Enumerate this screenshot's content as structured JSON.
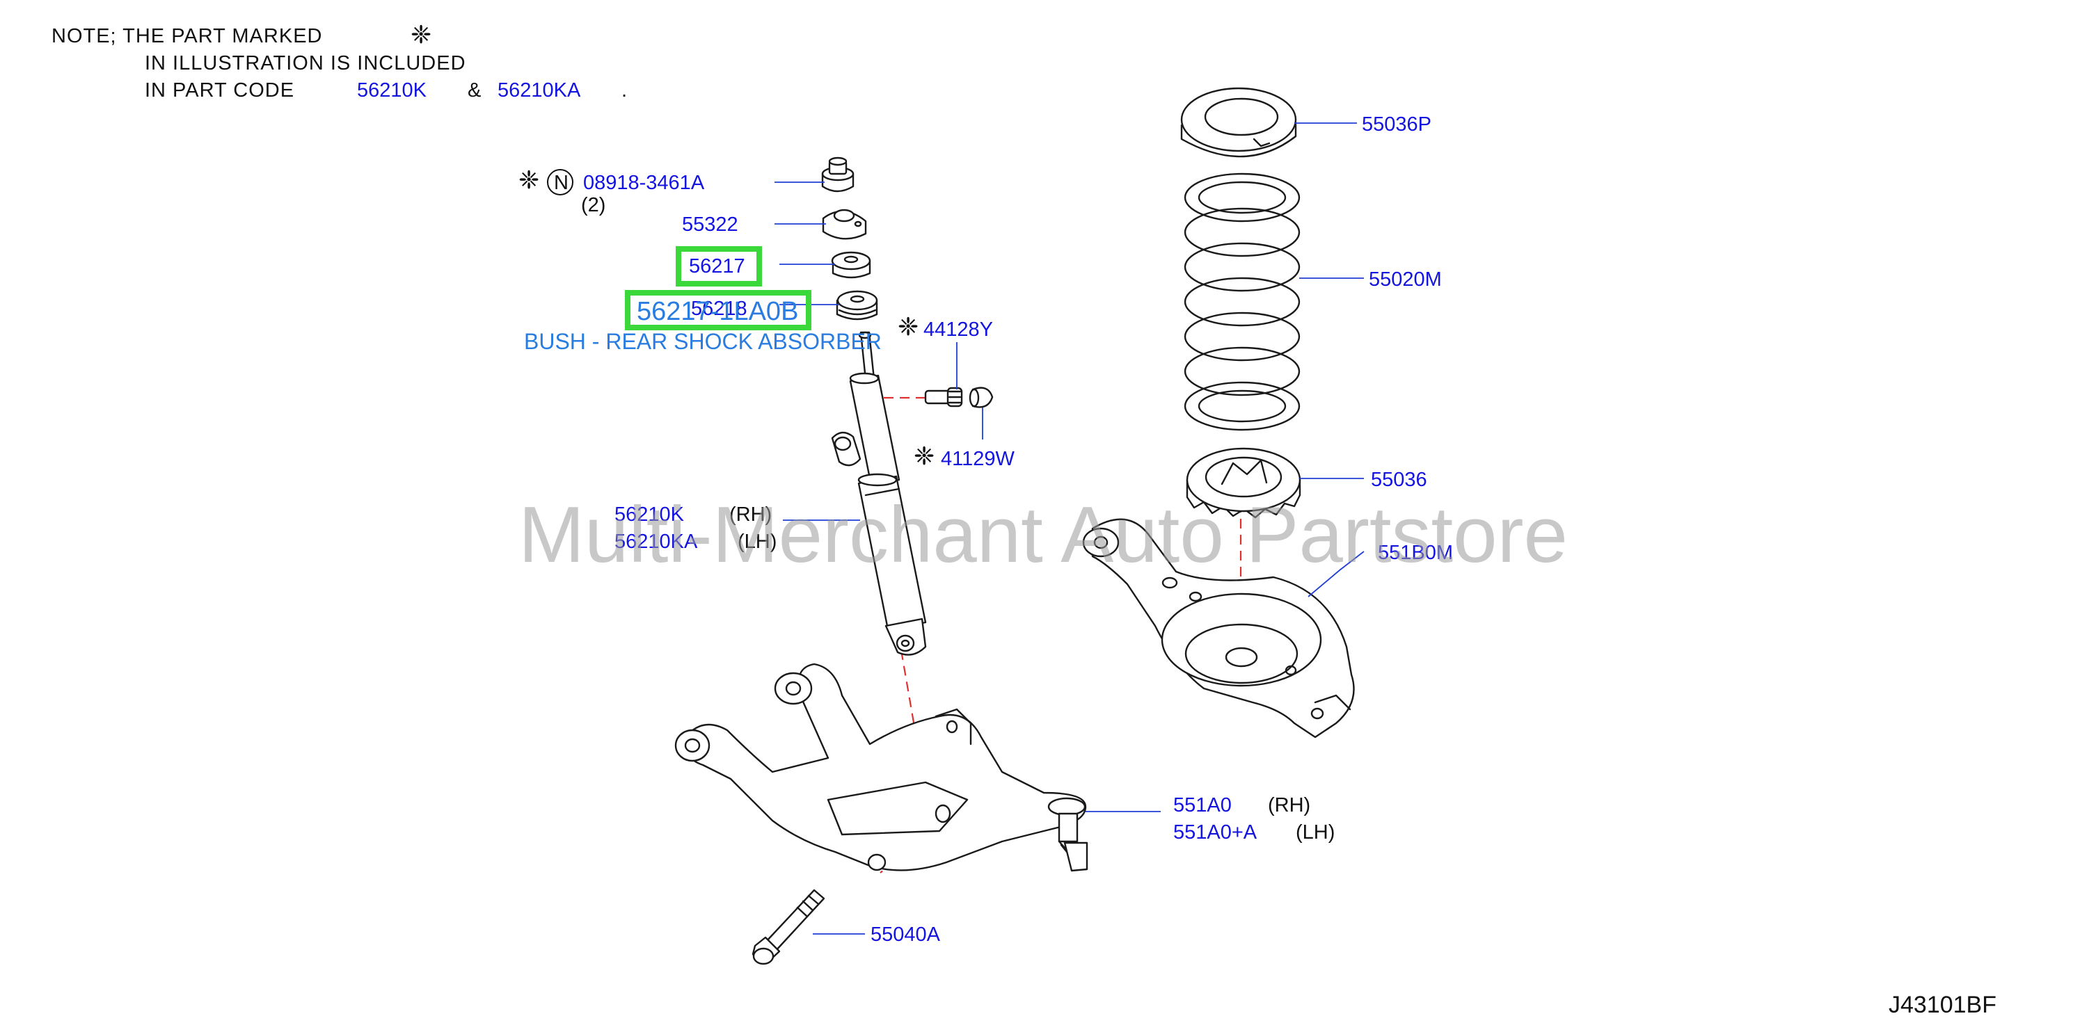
{
  "note": {
    "line1_prefix": "NOTE;   THE   PART   MARKED",
    "mark_symbol": "❈",
    "line2": "IN   ILLUSTRATION   IS   INCLUDED",
    "line3_prefix": "IN   PART   CODE",
    "code_a": "56210K",
    "amp": "&",
    "code_b": "56210KA",
    "period": "."
  },
  "parts": {
    "p08918": "08918-3461A",
    "p08918_qty": "(2)",
    "p08918_n": "N",
    "p55322": "55322",
    "p56217": "56217",
    "p56218": "56218",
    "p44128": "44128Y",
    "p41129": "41129W",
    "p56210k": "56210K",
    "p56210k_side": "(RH)",
    "p56210ka": "56210KA",
    "p56210ka_side": "(LH)",
    "p55036p": "55036P",
    "p55020m": "55020M",
    "p55036": "55036",
    "p551b0m": "551B0M",
    "p551a0": "551A0",
    "p551a0_side": "(RH)",
    "p551a0a": "551A0+A",
    "p551a0a_side": "(LH)",
    "p55040a": "55040A"
  },
  "highlight": {
    "part_number": "56217-1LA0B",
    "description": "BUSH - REAR SHOCK ABSORBER",
    "box_color": "#3ad83a",
    "text_color": "#2a7de0"
  },
  "watermark": "Multi-Merchant Auto Partstore",
  "diagram_code": "J43101BF",
  "colors": {
    "part_link": "#1414e0",
    "leader": "#1f3fd6",
    "centerline": "#e03030",
    "ink": "#1a1a1a"
  }
}
